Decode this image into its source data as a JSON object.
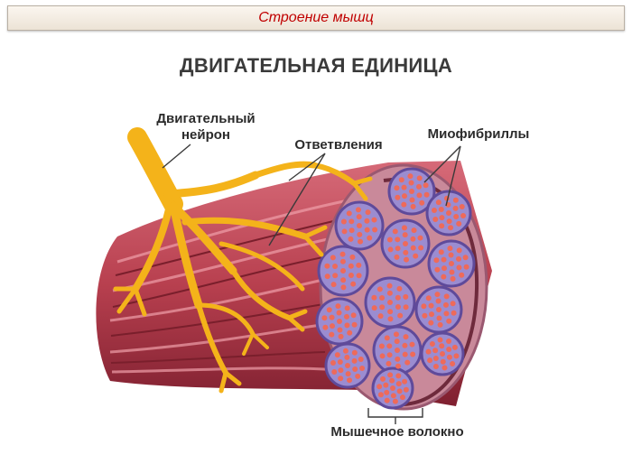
{
  "header": {
    "title": "Строение мышц"
  },
  "figure": {
    "heading": "ДВИГАТЕЛЬНАЯ ЕДИНИЦА",
    "labels": {
      "neuron_line1": "Двигательный",
      "neuron_line2": "нейрон",
      "branches": "Ответвления",
      "myofibrils": "Миофибриллы",
      "fiber": "Мышечное волокно"
    }
  },
  "colors": {
    "title_text": "#c00000",
    "muscle": "#b8404f",
    "muscle_dark": "#8a2233",
    "fiber_fill": "#9b8cd0",
    "myofibril": "#ee6a5a",
    "neuron": "#f4b31a"
  }
}
